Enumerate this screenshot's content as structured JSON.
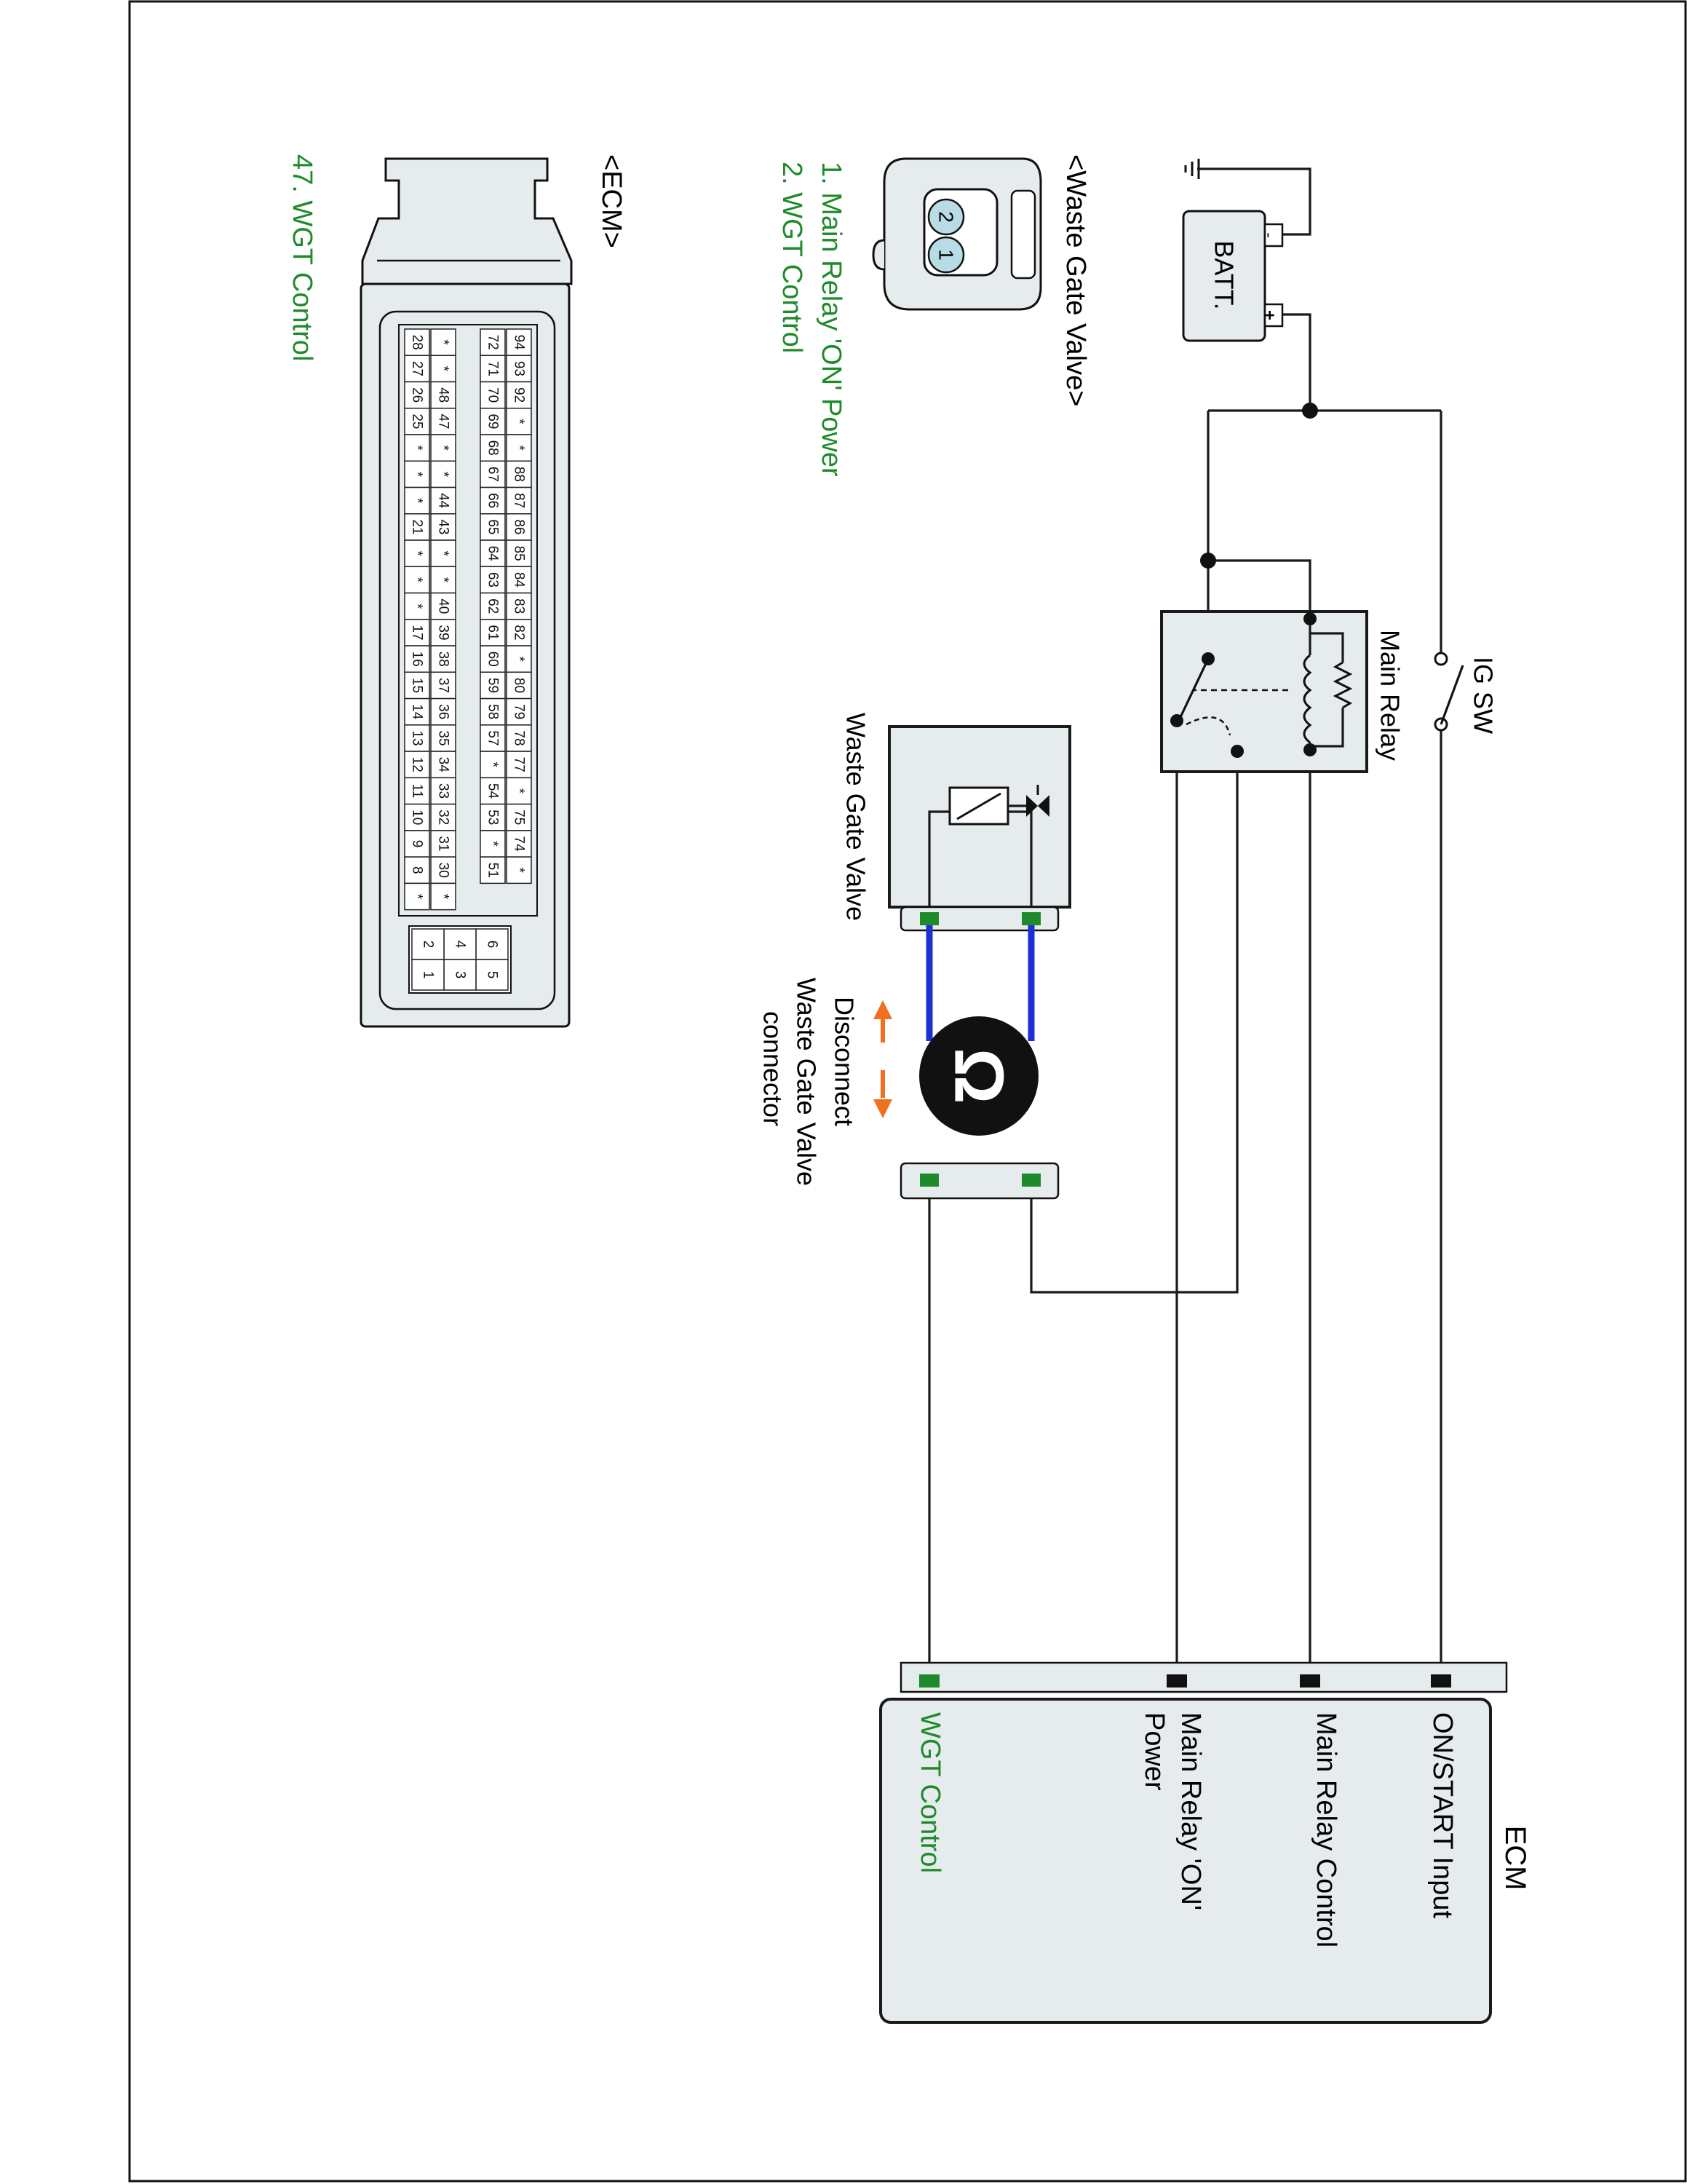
{
  "battery": {
    "label": "BATT.",
    "neg": "-",
    "pos": "+"
  },
  "ig_switch": {
    "label": "IG SW"
  },
  "main_relay": {
    "label": "Main Relay"
  },
  "wgt_valve": {
    "label": "Waste Gate Valve"
  },
  "ecm_box": {
    "title": "ECM",
    "pins": [
      "ON/START Input",
      "Main Relay Control",
      "Main Relay 'ON'",
      "Power",
      "WGT Control"
    ]
  },
  "disconnect_note": {
    "line1": "Disconnect",
    "line2": "Waste Gate Valve",
    "line3": "connector"
  },
  "ohm_symbol": "Ω",
  "wgv_connector": {
    "header": "<Waste Gate Valve>",
    "pin1": "1",
    "pin2": "2",
    "items": [
      "1. Main Relay 'ON' Power",
      "2. WGT Control"
    ]
  },
  "ecm_connector": {
    "header": "<ECM>",
    "items": [
      "47. WGT Control"
    ],
    "highlight": "47",
    "row_a": [
      "94",
      "93",
      "92",
      "*",
      "*",
      "88",
      "87",
      "86",
      "85",
      "84",
      "83",
      "82",
      "*",
      "80",
      "79",
      "78",
      "77",
      "*",
      "75",
      "74",
      "*"
    ],
    "row_b": [
      "72",
      "71",
      "70",
      "69",
      "68",
      "67",
      "66",
      "65",
      "64",
      "63",
      "62",
      "61",
      "60",
      "59",
      "58",
      "57",
      "*",
      "54",
      "53",
      "*",
      "51"
    ],
    "row_c": [
      "*",
      "*",
      "48",
      "47",
      "*",
      "*",
      "44",
      "43",
      "*",
      "*",
      "40",
      "39",
      "38",
      "37",
      "36",
      "35",
      "34",
      "33",
      "32",
      "31",
      "30",
      "*"
    ],
    "row_d": [
      "28",
      "27",
      "26",
      "25",
      "*",
      "*",
      "*",
      "21",
      "*",
      "*",
      "*",
      "17",
      "16",
      "15",
      "14",
      "13",
      "12",
      "11",
      "10",
      "9",
      "8",
      "*"
    ],
    "power_pins": [
      "6",
      "5",
      "4",
      "3",
      "2",
      "1"
    ]
  },
  "colors": {
    "accent_green": "#1e8a2a",
    "blue_wire": "#1f2fd6",
    "arrow_orange": "#f07020"
  }
}
